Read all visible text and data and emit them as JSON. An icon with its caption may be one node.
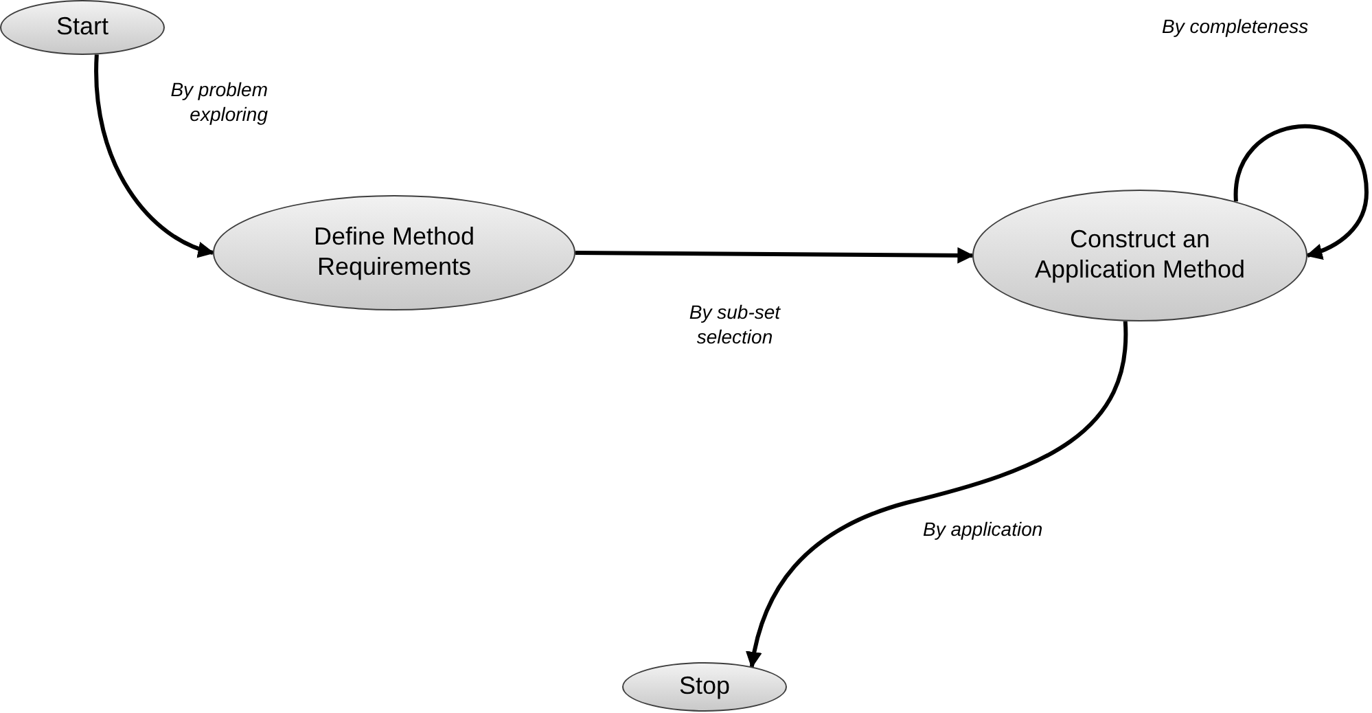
{
  "diagram": {
    "nodes": [
      {
        "text": [
          "Start"
        ]
      },
      {
        "text": [
          "Define Method Requirements"
        ]
      },
      {
        "text": [
          "Construct an Application Method"
        ]
      },
      {
        "text": [
          "Stop"
        ]
      }
    ],
    "edges": [
      {
        "from": 0,
        "to": 1,
        "arrow": "to",
        "label": "By problem exploring"
      },
      {
        "from": 1,
        "to": 2,
        "arrow": "to",
        "label": "By sub-set selection"
      },
      {
        "from": 2,
        "to": 2,
        "arrow": "to",
        "label": "By completeness"
      },
      {
        "from": 2,
        "to": 3,
        "arrow": "to",
        "label": "By application"
      }
    ]
  }
}
